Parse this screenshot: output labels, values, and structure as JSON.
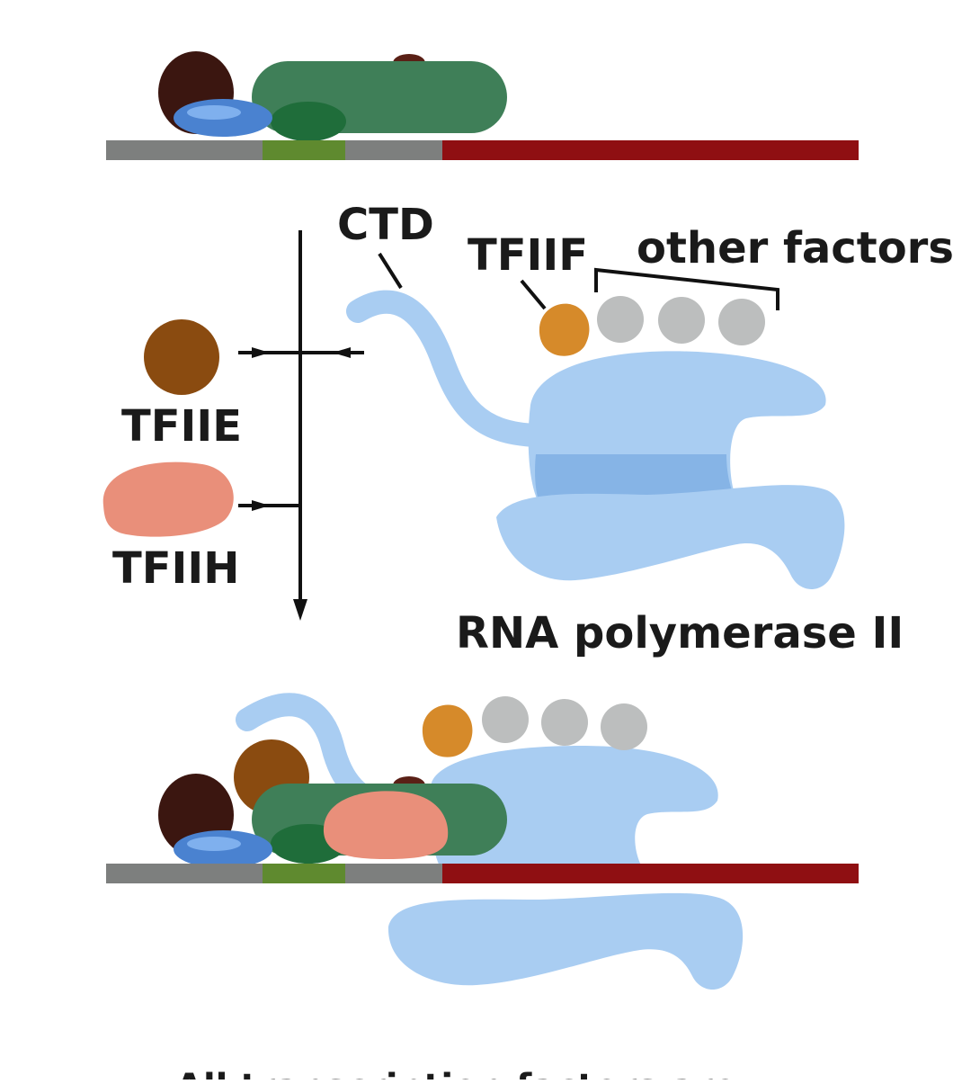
{
  "labels": {
    "ctd": "CTD",
    "tfiif": "TFIIF",
    "other_factors": "other factors",
    "tfiie": "TFIIE",
    "tfiih": "TFIIH",
    "rna_pol": "RNA polymerase II",
    "caption": "All transcription factors are"
  },
  "colors": {
    "dna_gray": "#7d7f7e",
    "dna_tata": "#5f8a2f",
    "dna_gene": "#8f0f12",
    "tfiid_green": "#3f7f58",
    "tbp_darkgreen": "#1f6d3a",
    "tfiia_brown": "#3b1610",
    "tfiib_blue": "#4a82d0",
    "pol_blue": "#a9cdf2",
    "pol_blue_dark": "#86b4e6",
    "tfiie_brown": "#8a4b10",
    "tfiif_orange": "#d68a2a",
    "tfiih_salmon": "#e98f7a",
    "factor_gray": "#bcbebe"
  }
}
